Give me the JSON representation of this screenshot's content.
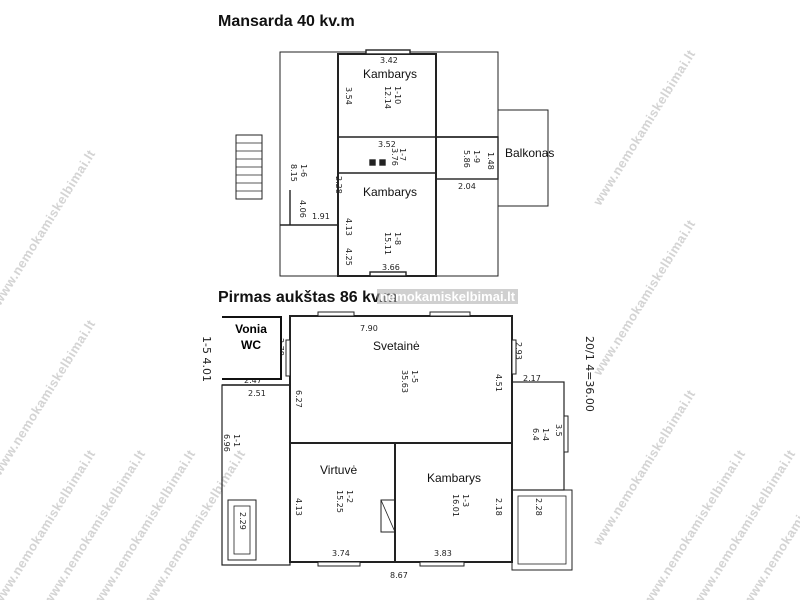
{
  "watermark": "www.nemokamiskelbimai.lt",
  "upper_floor": {
    "title": "Mansarda 40 kv.m",
    "rooms": [
      {
        "label": "Kambarys",
        "code": "1-10",
        "area": "12.14"
      },
      {
        "label": "Kambarys",
        "code": "1-8",
        "area": "15.11"
      },
      {
        "code": "1-6",
        "area": "8.15"
      },
      {
        "code": "1-7",
        "area": "3.76"
      },
      {
        "code": "1-9",
        "area": "5.86"
      }
    ],
    "balcony": "Balkonas",
    "dims": {
      "top": "3.42",
      "bottom": "3.66",
      "left_upper": "3.54",
      "left_lower": "4.13",
      "mid": "3.52",
      "right_small": "2.04",
      "small_a": "2.28",
      "small_b": "1.91",
      "small_c": "4.25",
      "small_d": "4.06",
      "small_e": "1.48"
    }
  },
  "ground_floor": {
    "title": "Pirmas aukštas 86 kv.m",
    "overlay": "nemokamiskelbimai.lt",
    "rooms": [
      {
        "label": "Svetainė",
        "code": "1-5",
        "area": "35.63"
      },
      {
        "label": "Virtuvė",
        "code": "1-2",
        "area": "15.25"
      },
      {
        "label": "Kambarys",
        "code": "1-3",
        "area": "16.01"
      },
      {
        "code": "1-4",
        "area": "6.4"
      },
      {
        "code": "1-1",
        "area": "6.96"
      }
    ],
    "vonia_line1": "Vonia",
    "vonia_line2": "WC",
    "dims": {
      "top": "7.90",
      "bottom_total": "8.67",
      "bottom_left": "3.74",
      "bottom_right": "3.83",
      "left": "6.27",
      "kitchen_left": "4.13",
      "right_upper": "2.93",
      "right_mid": "4.51",
      "right_lower": "2.18",
      "side_a": "2.17",
      "side_b": "3.5",
      "side_c": "2.28",
      "side_d": "2.29",
      "side_e": "2.78",
      "side_f": "2.47",
      "side_g": "2.51"
    },
    "margin_note_left": "1-5 4.01",
    "margin_note_right": "20/1 4=36.00"
  }
}
